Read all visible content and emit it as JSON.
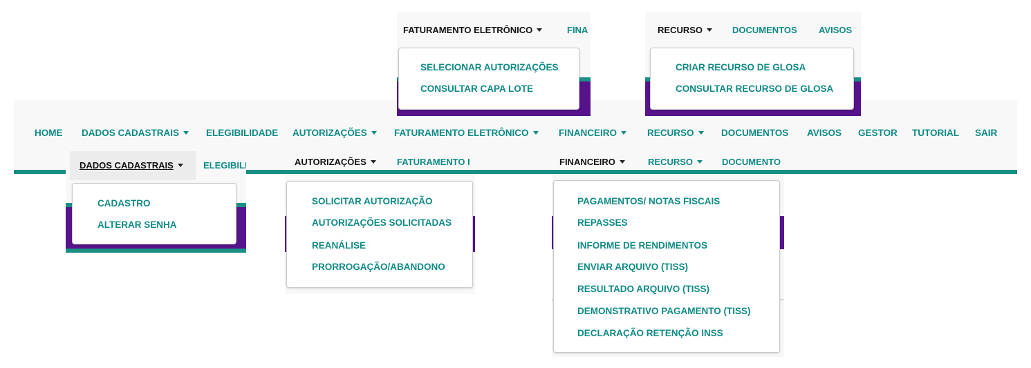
{
  "main_nav": {
    "home": "HOME",
    "dados_cadastrais": "DADOS CADASTRAIS",
    "elegibilidade": "ELEGIBILIDADE",
    "autorizacoes": "AUTORIZAÇÕES",
    "faturamento": "FATURAMENTO ELETRÔNICO",
    "financeiro": "FINANCEIRO",
    "recurso": "RECURSO",
    "documentos": "DOCUMENTOS",
    "avisos": "AVISOS",
    "gestor": "GESTOR",
    "tutorial": "TUTORIAL",
    "sair": "SAIR"
  },
  "faturamento_dropdown": {
    "header_label": "FATURAMENTO ELETRÔNICO",
    "header_next": "FINA",
    "items": [
      "SELECIONAR AUTORIZAÇÕES",
      "CONSULTAR CAPA LOTE"
    ]
  },
  "recurso_dropdown": {
    "header_label": "RECURSO",
    "header_next_1": "DOCUMENTOS",
    "header_next_2": "AVISOS",
    "items": [
      "CRIAR RECURSO DE GLOSA",
      "CONSULTAR RECURSO DE GLOSA"
    ]
  },
  "dados_dropdown": {
    "header_label": "DADOS CADASTRAIS",
    "header_next": "ELEGIBILI",
    "items": [
      "CADASTRO",
      "ALTERAR SENHA"
    ]
  },
  "autorizacoes_dropdown": {
    "header_label": "AUTORIZAÇÕES",
    "header_next": "FATURAMENTO I",
    "items": [
      "SOLICITAR AUTORIZAÇÃO",
      "AUTORIZAÇÕES SOLICITADAS",
      "REANÁLISE",
      "PRORROGAÇÃO/ABANDONO"
    ]
  },
  "financeiro_dropdown": {
    "header_label": "FINANCEIRO",
    "header_next_1": "RECURSO",
    "header_next_2": "DOCUMENTO",
    "items": [
      "PAGAMENTOS/ NOTAS FISCAIS",
      "REPASSES",
      "INFORME DE RENDIMENTOS",
      "ENVIAR ARQUIVO (TISS)",
      "RESULTADO ARQUIVO (TISS)",
      "DEMONSTRATIVO PAGAMENTO (TISS)",
      "DECLARAÇÃO RETENÇÃO INSS"
    ]
  },
  "colors": {
    "teal": "#0f8a86",
    "purple": "#57138c",
    "bar_teal": "#1a8f86"
  }
}
